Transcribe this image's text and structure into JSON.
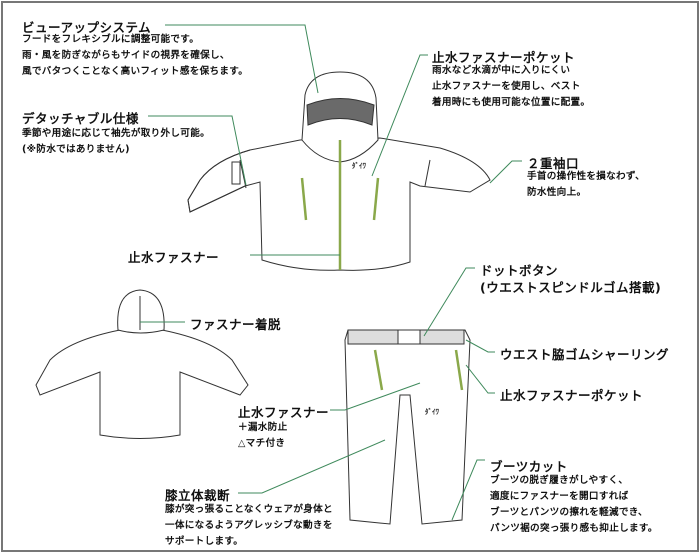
{
  "colors": {
    "leader": "#3f8a5c",
    "zipper": "#8aa84a",
    "outline": "#333333",
    "hood": "#6a6a6a",
    "frame": "#777777"
  },
  "callouts": {
    "viewup": {
      "title": "ビューアップシステム",
      "lines": [
        "フードをフレキシブルに調整可能です。",
        "雨・風を防ぎながらもサイドの視界を確保し、",
        "風でバタつくことなく高いフィット感を保ちます。"
      ]
    },
    "detachable": {
      "title": "デタッチャブル仕様",
      "lines": [
        "季節や用途に応じて袖先が取り外し可能。",
        "(※防水ではありません)"
      ]
    },
    "pocket_jacket": {
      "title": "止水ファスナーポケット",
      "lines": [
        "雨水など水滴が中に入りにくい",
        "止水ファスナーを使用し、ベスト",
        "着用時にも使用可能な位置に配置。"
      ]
    },
    "double_cuff": {
      "title": "２重袖口",
      "lines": [
        "手首の操作性を損なわず、",
        "防水性向上。"
      ]
    },
    "zipper_jacket": {
      "title": "止水ファスナー"
    },
    "hood_zip": {
      "title": "ファスナー着脱"
    },
    "dot_button": {
      "title": "ドットボタン",
      "lines": [
        "(ウエストスピンドルゴム搭載)"
      ]
    },
    "waist_shirring": {
      "title": "ウエスト脇ゴムシャーリング"
    },
    "pocket_pants": {
      "title": "止水ファスナーポケット"
    },
    "zipper_pants": {
      "title": "止水ファスナー",
      "lines": [
        "＋漏水防止",
        "△マチ付き"
      ]
    },
    "bootcut": {
      "title": "ブーツカット",
      "lines": [
        "ブーツの脱ぎ履きがしやすく、",
        "適度にファスナーを開口すれば",
        "ブーツとパンツの擦れを軽減でき、",
        "パンツ裾の突っ張り感も抑止します。"
      ]
    },
    "knee": {
      "title": "膝立体裁断",
      "lines": [
        "膝が突っ張ることなくウェアが身体と",
        "一体になるようアグレッシブな動きを",
        "サポートします。"
      ]
    }
  },
  "logo": {
    "text": "ﾀﾞｲﾜ"
  }
}
